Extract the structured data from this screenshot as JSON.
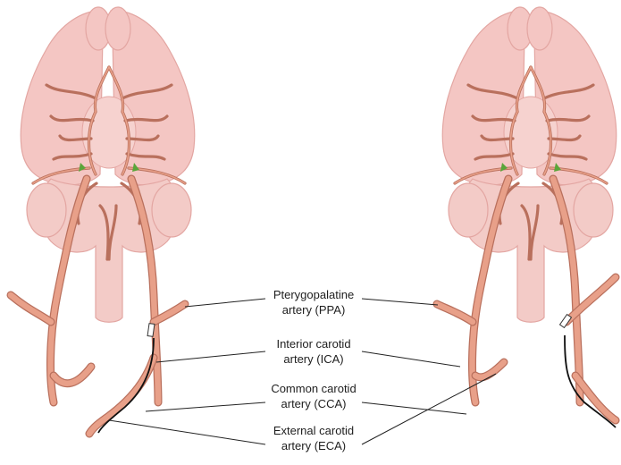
{
  "labels": {
    "ppa": {
      "line1": "Pterygopalatine",
      "line2": "artery (PPA)"
    },
    "ica": {
      "line1": "Interior carotid",
      "line2": "artery (ICA)"
    },
    "cca": {
      "line1": "Common carotid",
      "line2": "artery (CCA)"
    },
    "eca": {
      "line1": "External carotid",
      "line2": "artery (ECA)"
    }
  },
  "colors": {
    "brain_fill": "#f4c6c3",
    "brain_stroke": "#e3a6a2",
    "artery_fill": "#e8a089",
    "artery_stroke": "#b9705d",
    "ligature": "#111111",
    "occluder": "#ffffff",
    "green_marker": "#5aa53a",
    "leader_line": "#222222"
  }
}
